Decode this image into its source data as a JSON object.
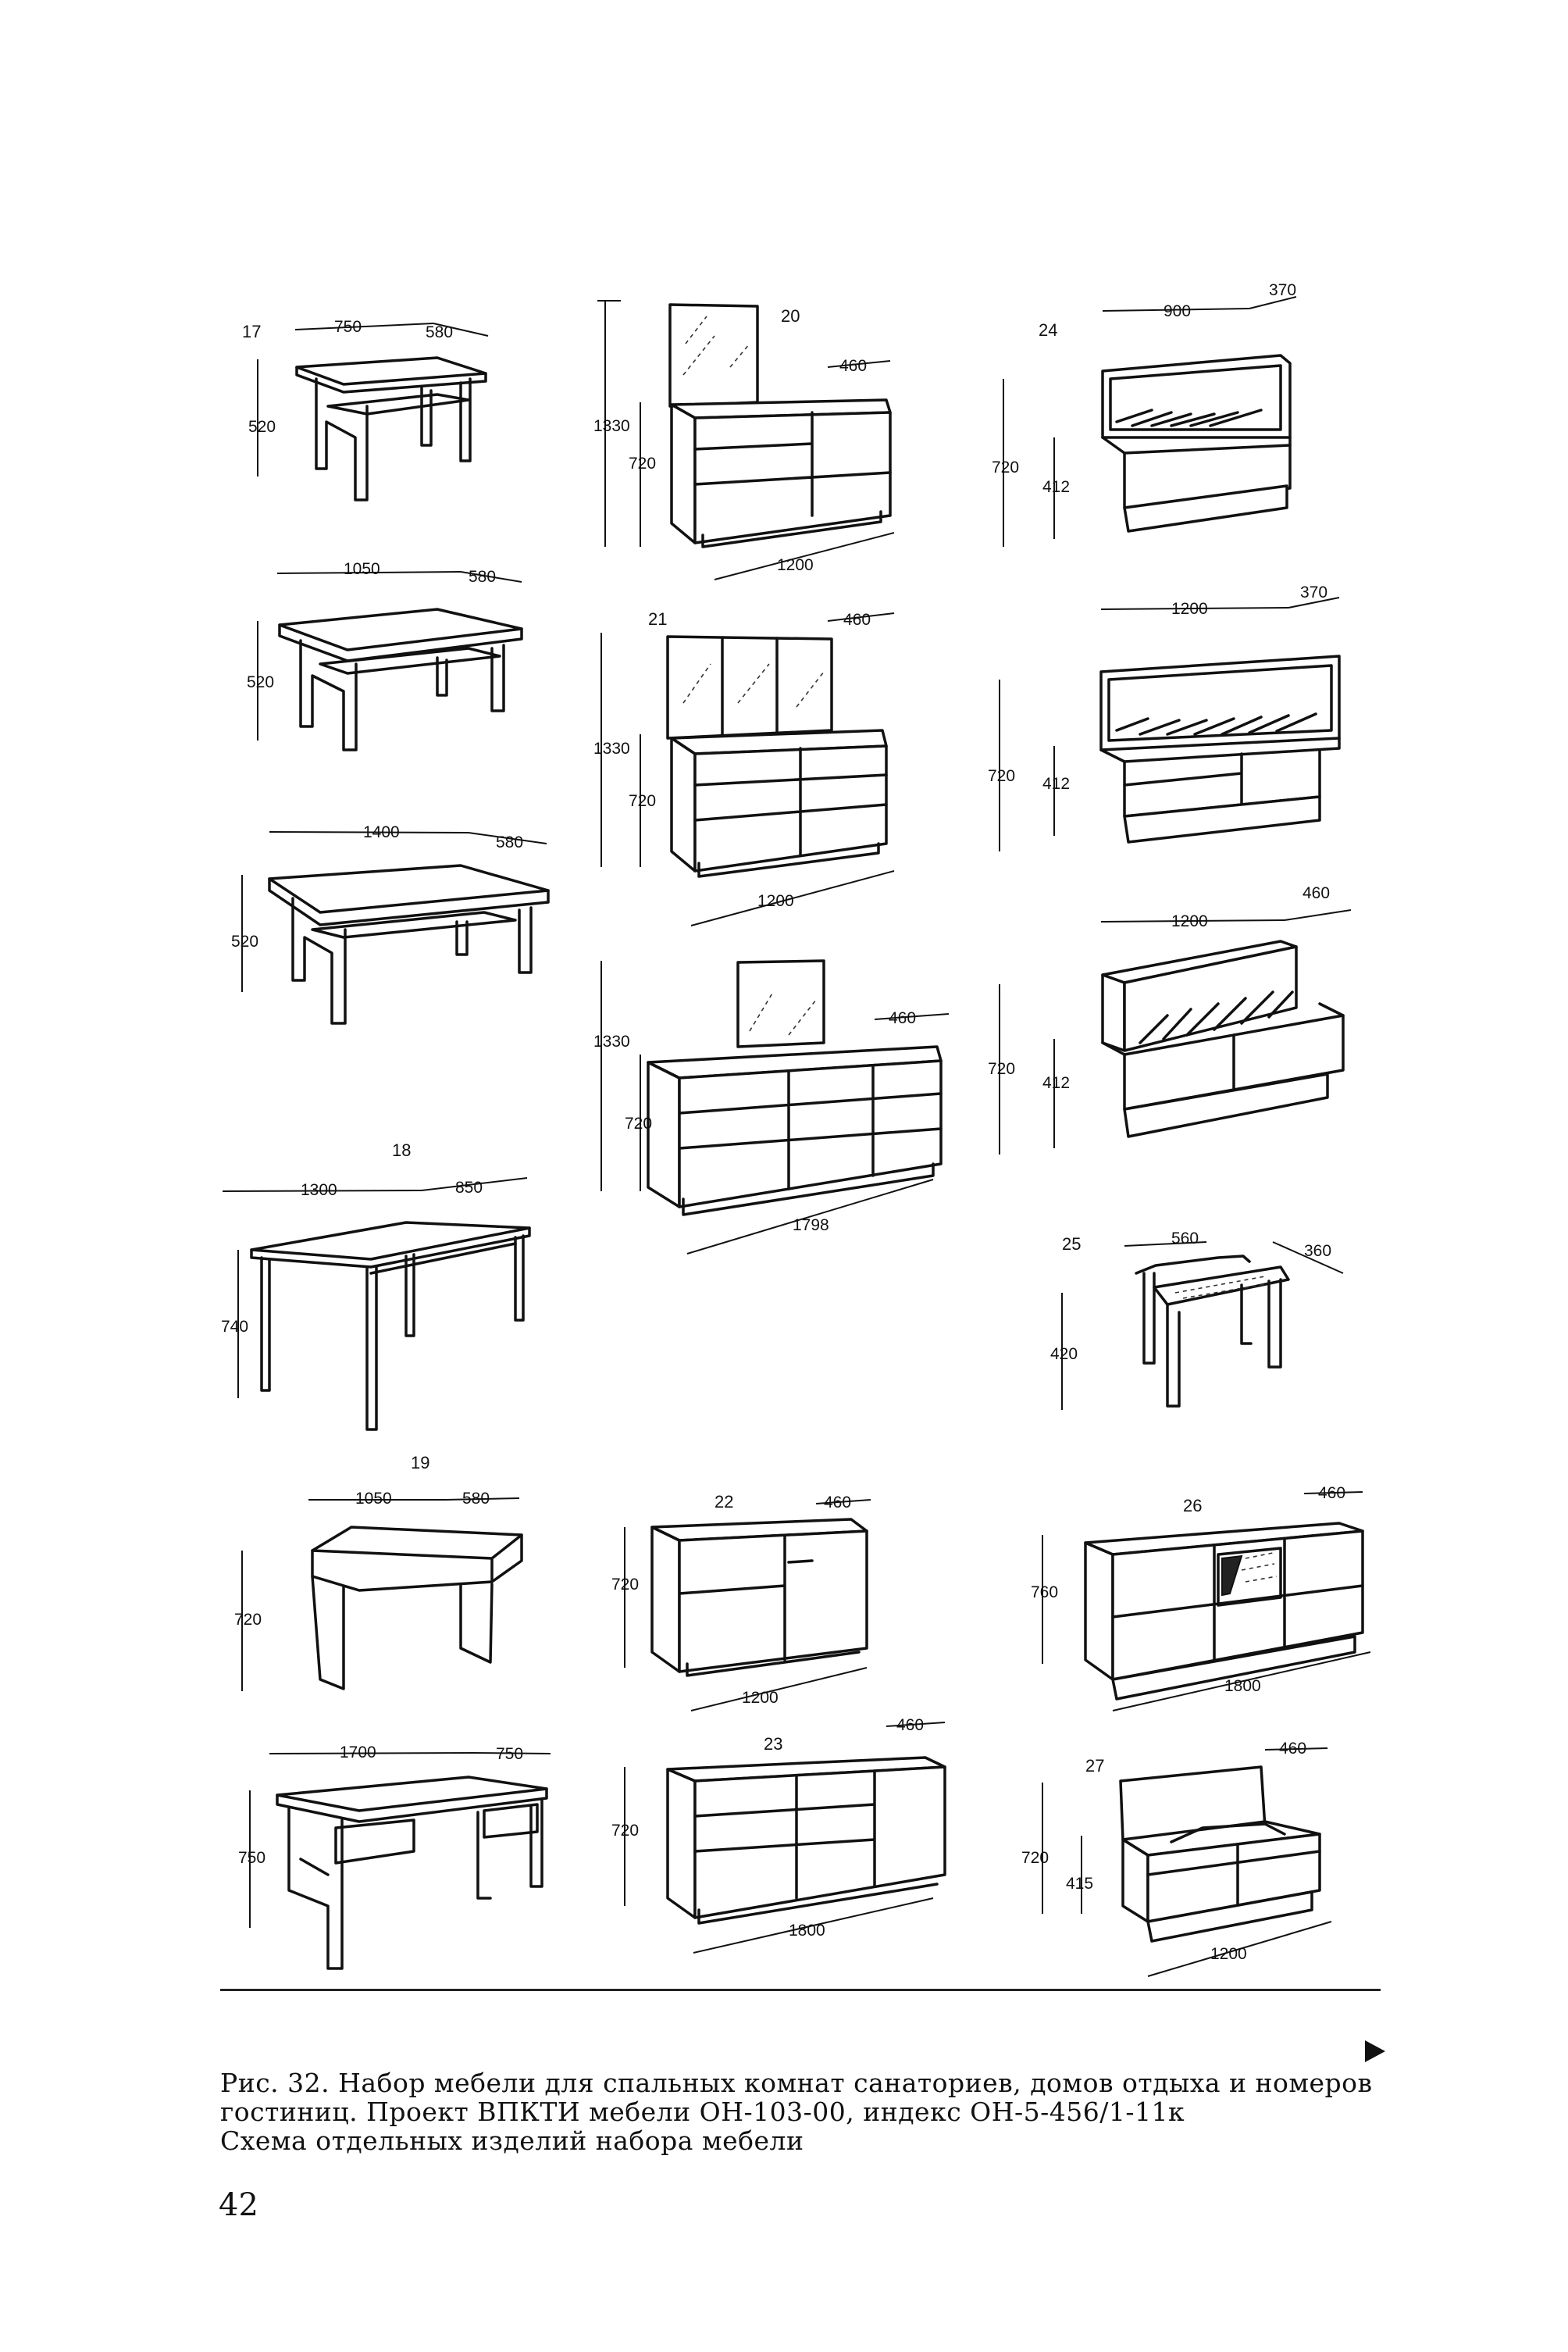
{
  "items": [
    {
      "num": "17",
      "dims": [
        "750",
        "580",
        "520"
      ]
    },
    {
      "num": "",
      "dims": [
        "1050",
        "580",
        "520"
      ]
    },
    {
      "num": "",
      "dims": [
        "1400",
        "580",
        "520"
      ]
    },
    {
      "num": "18",
      "dims": [
        "1300",
        "850",
        "740"
      ]
    },
    {
      "num": "19",
      "dims": [
        "1050",
        "580",
        "720"
      ]
    },
    {
      "num": "",
      "dims": [
        "1700",
        "750",
        "750"
      ]
    },
    {
      "num": "20",
      "dims": [
        "460",
        "1330",
        "720",
        "1200"
      ]
    },
    {
      "num": "21",
      "dims": [
        "460",
        "1330",
        "720",
        "1200"
      ]
    },
    {
      "num": "",
      "dims": [
        "460",
        "1330",
        "720",
        "1798"
      ]
    },
    {
      "num": "22",
      "dims": [
        "460",
        "720",
        "1200"
      ]
    },
    {
      "num": "23",
      "dims": [
        "460",
        "720",
        "1800"
      ]
    },
    {
      "num": "24",
      "dims": [
        "900",
        "370",
        "720",
        "412"
      ]
    },
    {
      "num": "",
      "dims": [
        "1200",
        "370",
        "720",
        "412"
      ]
    },
    {
      "num": "",
      "dims": [
        "1200",
        "460",
        "720",
        "412"
      ]
    },
    {
      "num": "25",
      "dims": [
        "560",
        "360",
        "420"
      ]
    },
    {
      "num": "26",
      "dims": [
        "460",
        "760",
        "1800"
      ]
    },
    {
      "num": "27",
      "dims": [
        "460",
        "720",
        "415",
        "1200"
      ]
    }
  ],
  "caption": {
    "line1": "Рис. 32. Набор мебели для спальных комнат санаториев, домов отдыха и номеров",
    "line2": "гостиниц. Проект ВПКТИ мебели ОН-103-00, индекс ОН-5-456/1-11к",
    "line3": "Схема отдельных изделий набора мебели"
  },
  "page_number": "42"
}
